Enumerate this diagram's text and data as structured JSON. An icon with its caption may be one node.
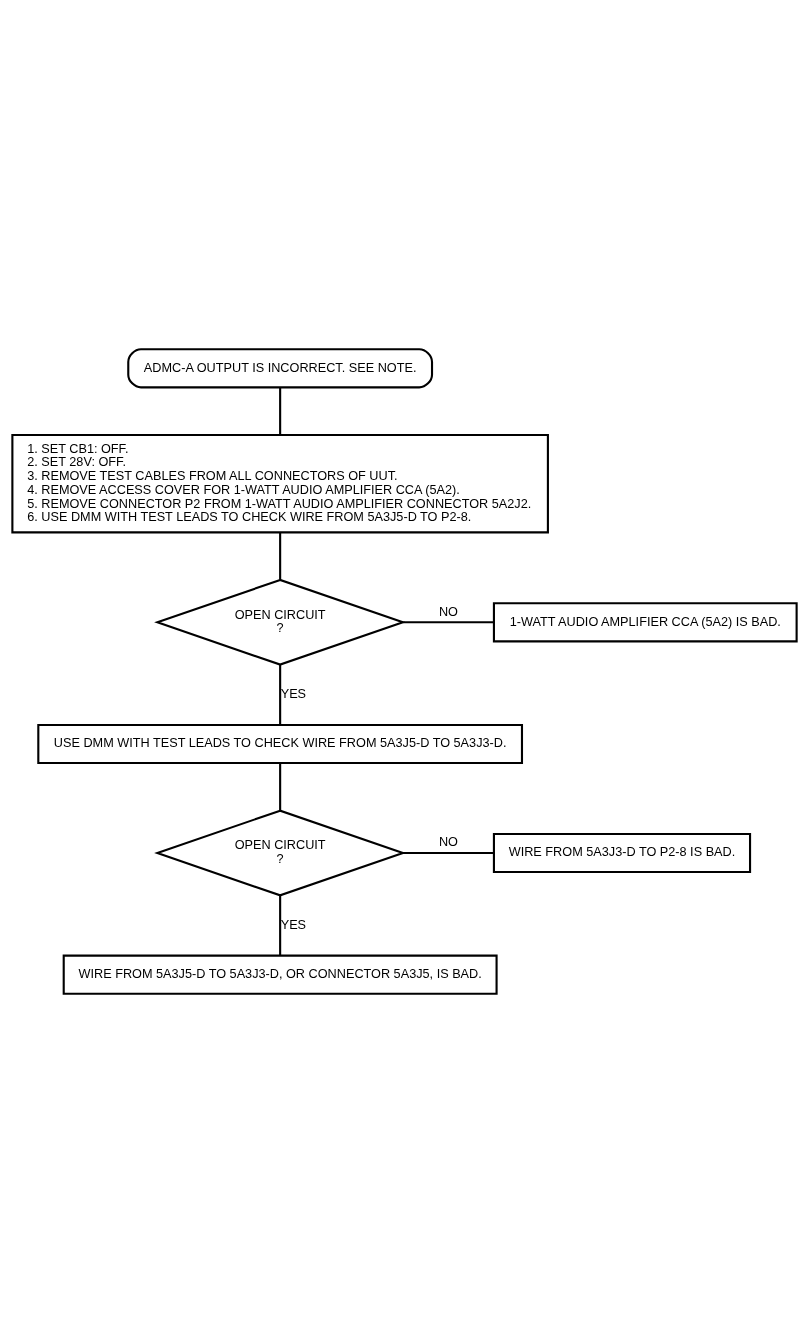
{
  "diagram": {
    "nodes": [
      {
        "text": [
          "ADMC-A OUTPUT IS INCORRECT. SEE NOTE."
        ]
      },
      {
        "text": [
          "1. SET CB1: OFF.",
          "2. SET 28V: OFF.",
          "3. REMOVE TEST CABLES FROM ALL CONNECTORS OF UUT.",
          "4. REMOVE ACCESS COVER FOR 1-WATT AUDIO AMPLIFIER CCA (5A2).",
          "5. REMOVE CONNECTOR P2 FROM 1-WATT AUDIO AMPLIFIER CONNECTOR 5A2J2.",
          "6. USE DMM WITH TEST LEADS TO CHECK WIRE FROM 5A3J5-D TO P2-8."
        ]
      },
      {
        "text": [
          "OPEN CIRCUIT",
          "?"
        ]
      },
      {
        "text": [
          "1-WATT AUDIO AMPLIFIER CCA (5A2) IS BAD."
        ]
      },
      {
        "text": [
          "USE DMM WITH TEST LEADS TO CHECK WIRE FROM 5A3J5-D TO 5A3J3-D."
        ]
      },
      {
        "text": [
          "OPEN CIRCUIT",
          "?"
        ]
      },
      {
        "text": [
          "WIRE FROM 5A3J3-D TO P2-8 IS BAD."
        ]
      },
      {
        "text": [
          "WIRE FROM 5A3J5-D TO 5A3J3-D, OR CONNECTOR 5A3J5, IS BAD."
        ]
      }
    ],
    "edges": [
      {
        "from": 0,
        "to": 1,
        "arrow": "none"
      },
      {
        "from": 1,
        "to": 2,
        "arrow": "none"
      },
      {
        "from": 2,
        "to": 3,
        "arrow": "none",
        "label": "NO"
      },
      {
        "from": 2,
        "to": 4,
        "arrow": "none",
        "label": "YES"
      },
      {
        "from": 4,
        "to": 5,
        "arrow": "none"
      },
      {
        "from": 5,
        "to": 6,
        "arrow": "none",
        "label": "NO"
      },
      {
        "from": 5,
        "to": 7,
        "arrow": "none",
        "label": "YES"
      }
    ]
  }
}
